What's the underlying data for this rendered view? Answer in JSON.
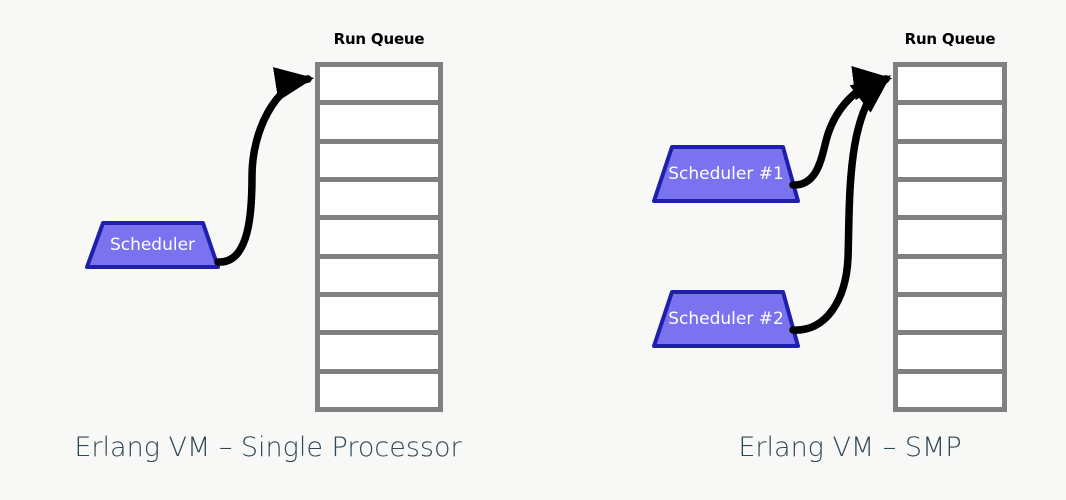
{
  "figure": {
    "background_color": "#f8f8f7",
    "panels": [
      {
        "id": "single-processor",
        "caption": "Erlang VM – Single Processor",
        "queue": {
          "label": "Run Queue",
          "cell_count": 9,
          "border_color": "#808080",
          "cell_color": "#ffffff"
        },
        "schedulers": [
          {
            "label": "Scheduler",
            "fill_color": "#7b72f0",
            "border_color": "#1f1fae",
            "text_color": "#ffffff"
          }
        ],
        "arrows": [
          {
            "from": "Scheduler",
            "to": "Run Queue",
            "color": "#000000",
            "style": "curved-arrow"
          }
        ]
      },
      {
        "id": "smp",
        "caption": "Erlang VM – SMP",
        "queue": {
          "label": "Run Queue",
          "cell_count": 9,
          "border_color": "#808080",
          "cell_color": "#ffffff"
        },
        "schedulers": [
          {
            "label": "Scheduler #1",
            "fill_color": "#7b72f0",
            "border_color": "#1f1fae",
            "text_color": "#ffffff"
          },
          {
            "label": "Scheduler #2",
            "fill_color": "#7b72f0",
            "border_color": "#1f1fae",
            "text_color": "#ffffff"
          }
        ],
        "arrows": [
          {
            "from": "Scheduler #1",
            "to": "Run Queue",
            "color": "#000000",
            "style": "curved-arrow"
          },
          {
            "from": "Scheduler #2",
            "to": "Run Queue",
            "color": "#000000",
            "style": "curved-arrow"
          }
        ]
      }
    ],
    "caption_color": "#2e4756"
  }
}
